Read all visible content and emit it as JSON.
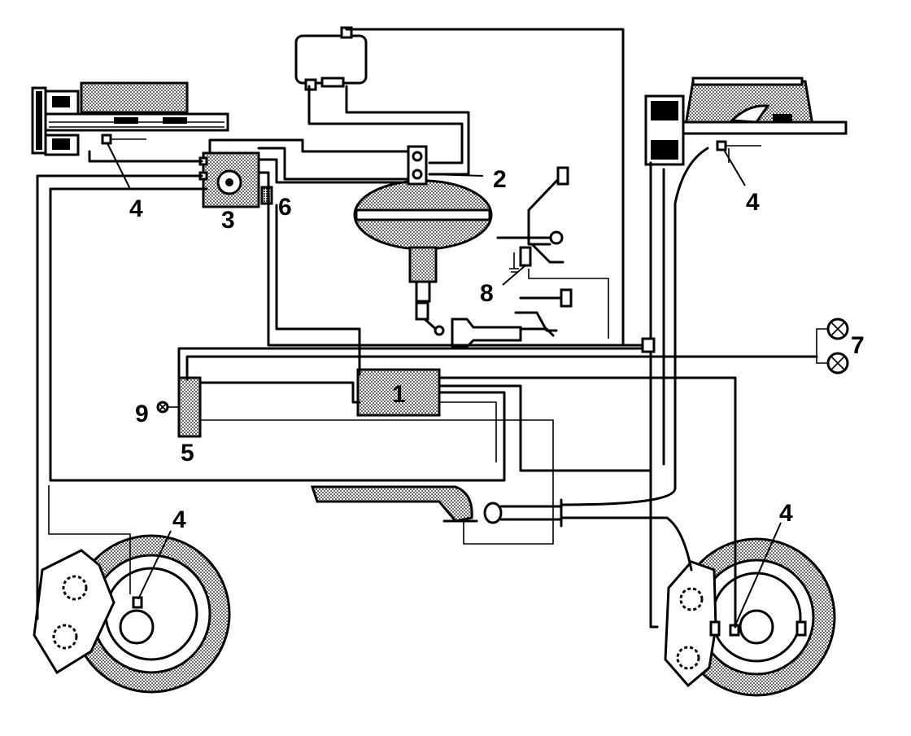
{
  "diagram": {
    "labels": {
      "master_cylinder": "1",
      "brake_booster_port": "2",
      "hydraulic_unit": "3",
      "wheel_sensor_front_left": "4",
      "wheel_sensor_front_right": "4",
      "wheel_sensor_rear_left": "4",
      "wheel_sensor_rear_right": "4",
      "control_module": "5",
      "pressure_switch": "6",
      "warning_lamps": "7",
      "pedal_switch": "8",
      "indicator_lamp": "9"
    },
    "colors": {
      "line": "#000000",
      "hatch": "#000000",
      "background": "#ffffff"
    }
  }
}
